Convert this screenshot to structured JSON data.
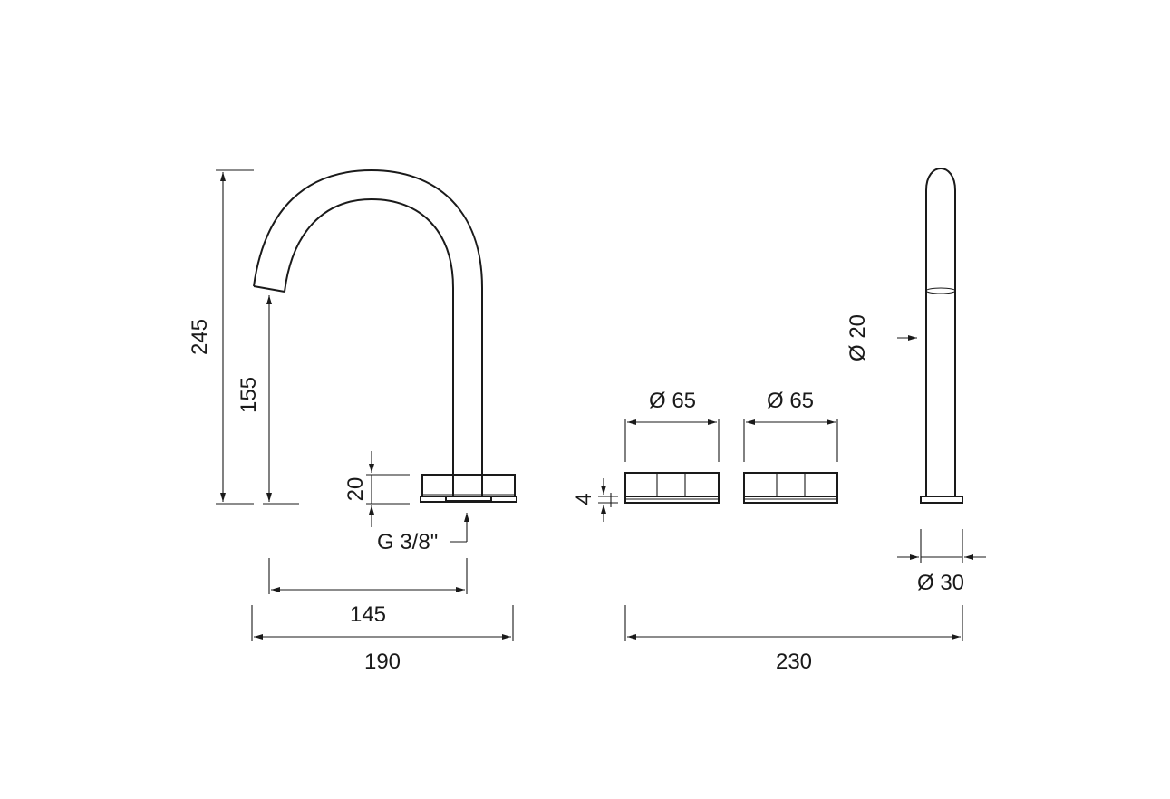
{
  "dimensions": {
    "total_height": "245",
    "spout_height": "155",
    "base_height": "20",
    "thread": "G 3/8\"",
    "spout_reach": "145",
    "spout_total_width": "190",
    "handle_height": "4",
    "handle_left_diameter": "Ø 65",
    "handle_right_diameter": "Ø 65",
    "handle_group_width": "230",
    "shower_diameter": "Ø 20",
    "shower_base_diameter": "Ø 30"
  }
}
